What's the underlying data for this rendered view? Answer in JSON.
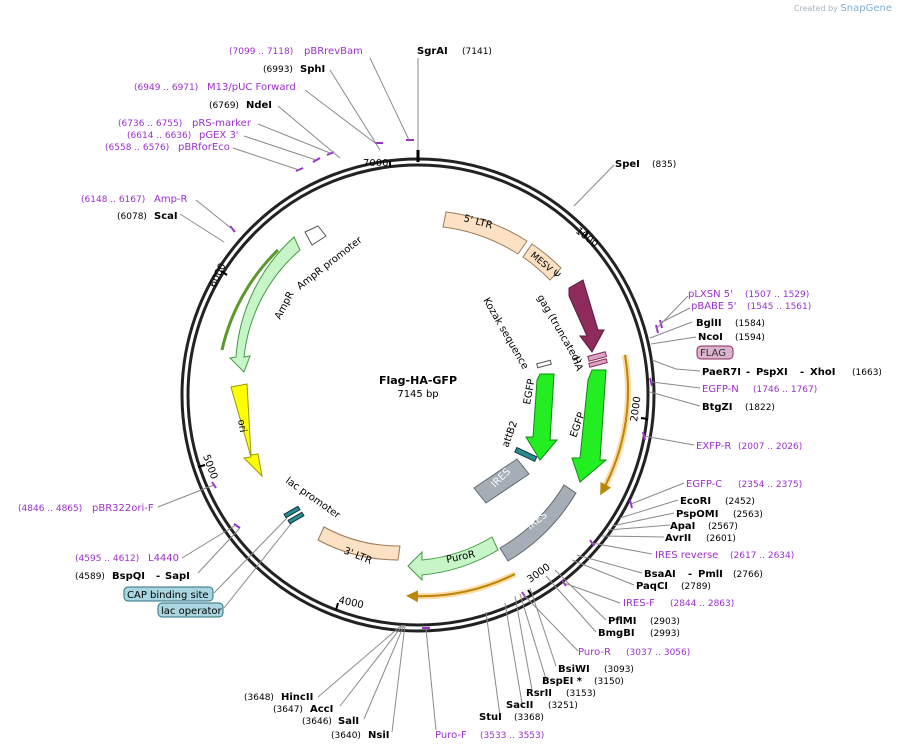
{
  "watermark": {
    "prefix": "Created by",
    "brand": "SnapGene"
  },
  "plasmid": {
    "name": "Flag-HA-GFP",
    "size": "7145 bp"
  },
  "ticks": [
    "1000",
    "2000",
    "3000",
    "4000",
    "5000",
    "6000",
    "7000"
  ],
  "features": [
    {
      "label": "5' LTR",
      "color": "#fde1c4"
    },
    {
      "label": "MESV Ψ",
      "color": "#fde1c4"
    },
    {
      "label": "gag (truncated)",
      "color": "#8e2b5b"
    },
    {
      "label": "Kozak sequence",
      "color": "#ffffff"
    },
    {
      "label": "HA",
      "color": "#d8a5c5"
    },
    {
      "label": "EGFP",
      "color": "#22ee22"
    },
    {
      "label": "EGFP",
      "color": "#22ee22"
    },
    {
      "label": "attB2",
      "color": "#2a8c8c"
    },
    {
      "label": "IRES",
      "color": "#a5aeb6"
    },
    {
      "label": "IRES",
      "color": "#a5aeb6"
    },
    {
      "label": "PuroR",
      "color": "#c8f5c8"
    },
    {
      "label": "3' LTR",
      "color": "#fde1c4"
    },
    {
      "label": "lac promoter",
      "color": "#ffffff"
    },
    {
      "label": "ori",
      "color": "#ffff00"
    },
    {
      "label": "AmpR",
      "color": "#c8f5c8"
    },
    {
      "label": "AmpR promoter",
      "color": "#ffffff"
    }
  ],
  "sites": [
    {
      "name": "SgrAI",
      "pos": "(7141)",
      "kind": "enzyme"
    },
    {
      "name": "pBRrevBam",
      "pos": "(7099 .. 7118)",
      "kind": "primer"
    },
    {
      "name": "SphI",
      "pos": "(6993)",
      "kind": "enzyme"
    },
    {
      "name": "M13/pUC Forward",
      "pos": "(6949 .. 6971)",
      "kind": "primer"
    },
    {
      "name": "NdeI",
      "pos": "(6769)",
      "kind": "enzyme"
    },
    {
      "name": "pRS-marker",
      "pos": "(6736 .. 6755)",
      "kind": "primer"
    },
    {
      "name": "pGEX 3'",
      "pos": "(6614 .. 6636)",
      "kind": "primer"
    },
    {
      "name": "pBRforEco",
      "pos": "(6558 .. 6576)",
      "kind": "primer"
    },
    {
      "name": "Amp-R",
      "pos": "(6148 .. 6167)",
      "kind": "primer"
    },
    {
      "name": "ScaI",
      "pos": "(6078)",
      "kind": "enzyme"
    },
    {
      "name": "SpeI",
      "pos": "(835)",
      "kind": "enzyme"
    },
    {
      "name": "pLXSN 5'",
      "pos": "(1507 .. 1529)",
      "kind": "primer"
    },
    {
      "name": "pBABE 5'",
      "pos": "(1545 .. 1561)",
      "kind": "primer"
    },
    {
      "name": "BglII",
      "pos": "(1584)",
      "kind": "enzyme"
    },
    {
      "name": "NcoI",
      "pos": "(1594)",
      "kind": "enzyme"
    },
    {
      "name": "FLAG",
      "pos": "",
      "kind": "tag"
    },
    {
      "name": "PaeR7I",
      "pos": "",
      "kind": "enzyme"
    },
    {
      "name": "PspXI",
      "pos": "",
      "kind": "enzyme"
    },
    {
      "name": "XhoI",
      "pos": "(1663)",
      "kind": "enzyme"
    },
    {
      "name": "EGFP-N",
      "pos": "(1746 .. 1767)",
      "kind": "primer"
    },
    {
      "name": "BtgZI",
      "pos": "(1822)",
      "kind": "enzyme"
    },
    {
      "name": "EXFP-R",
      "pos": "(2007 .. 2026)",
      "kind": "primer"
    },
    {
      "name": "EGFP-C",
      "pos": "(2354 .. 2375)",
      "kind": "primer"
    },
    {
      "name": "EcoRI",
      "pos": "(2452)",
      "kind": "enzyme"
    },
    {
      "name": "PspOMI",
      "pos": "(2563)",
      "kind": "enzyme"
    },
    {
      "name": "ApaI",
      "pos": "(2567)",
      "kind": "enzyme"
    },
    {
      "name": "AvrII",
      "pos": "(2601)",
      "kind": "enzyme"
    },
    {
      "name": "IRES reverse",
      "pos": "(2617 .. 2634)",
      "kind": "primer"
    },
    {
      "name": "BsaAI",
      "pos": "",
      "kind": "enzyme"
    },
    {
      "name": "PmlI",
      "pos": "(2766)",
      "kind": "enzyme"
    },
    {
      "name": "PaqCI",
      "pos": "(2789)",
      "kind": "enzyme"
    },
    {
      "name": "IRES-F",
      "pos": "(2844 .. 2863)",
      "kind": "primer"
    },
    {
      "name": "PflMI",
      "pos": "(2903)",
      "kind": "enzyme"
    },
    {
      "name": "BmgBI",
      "pos": "(2993)",
      "kind": "enzyme"
    },
    {
      "name": "Puro-R",
      "pos": "(3037 .. 3056)",
      "kind": "primer"
    },
    {
      "name": "BsiWI",
      "pos": "(3093)",
      "kind": "enzyme"
    },
    {
      "name": "BspEI *",
      "pos": "(3150)",
      "kind": "enzyme"
    },
    {
      "name": "RsrII",
      "pos": "(3153)",
      "kind": "enzyme"
    },
    {
      "name": "SacII",
      "pos": "(3251)",
      "kind": "enzyme"
    },
    {
      "name": "StuI",
      "pos": "(3368)",
      "kind": "enzyme"
    },
    {
      "name": "Puro-F",
      "pos": "(3533 .. 3553)",
      "kind": "primer"
    },
    {
      "name": "NsiI",
      "pos": "(3640)",
      "kind": "enzyme"
    },
    {
      "name": "SalI",
      "pos": "(3646)",
      "kind": "enzyme"
    },
    {
      "name": "AccI",
      "pos": "(3647)",
      "kind": "enzyme"
    },
    {
      "name": "HincII",
      "pos": "(3648)",
      "kind": "enzyme"
    },
    {
      "name": "BspQI",
      "pos": "(4589)",
      "kind": "enzyme"
    },
    {
      "name": "SapI",
      "pos": "",
      "kind": "enzyme"
    },
    {
      "name": "L4440",
      "pos": "(4595 .. 4612)",
      "kind": "primer"
    },
    {
      "name": "CAP binding site",
      "pos": "",
      "kind": "box"
    },
    {
      "name": "lac operator",
      "pos": "",
      "kind": "box"
    },
    {
      "name": "pBR322ori-F",
      "pos": "(4846 .. 4865)",
      "kind": "primer"
    }
  ],
  "colors": {
    "enzyme": "#000000",
    "primer": "#9b30cc",
    "backbone": "#222222",
    "leader": "#8a8a8a"
  }
}
